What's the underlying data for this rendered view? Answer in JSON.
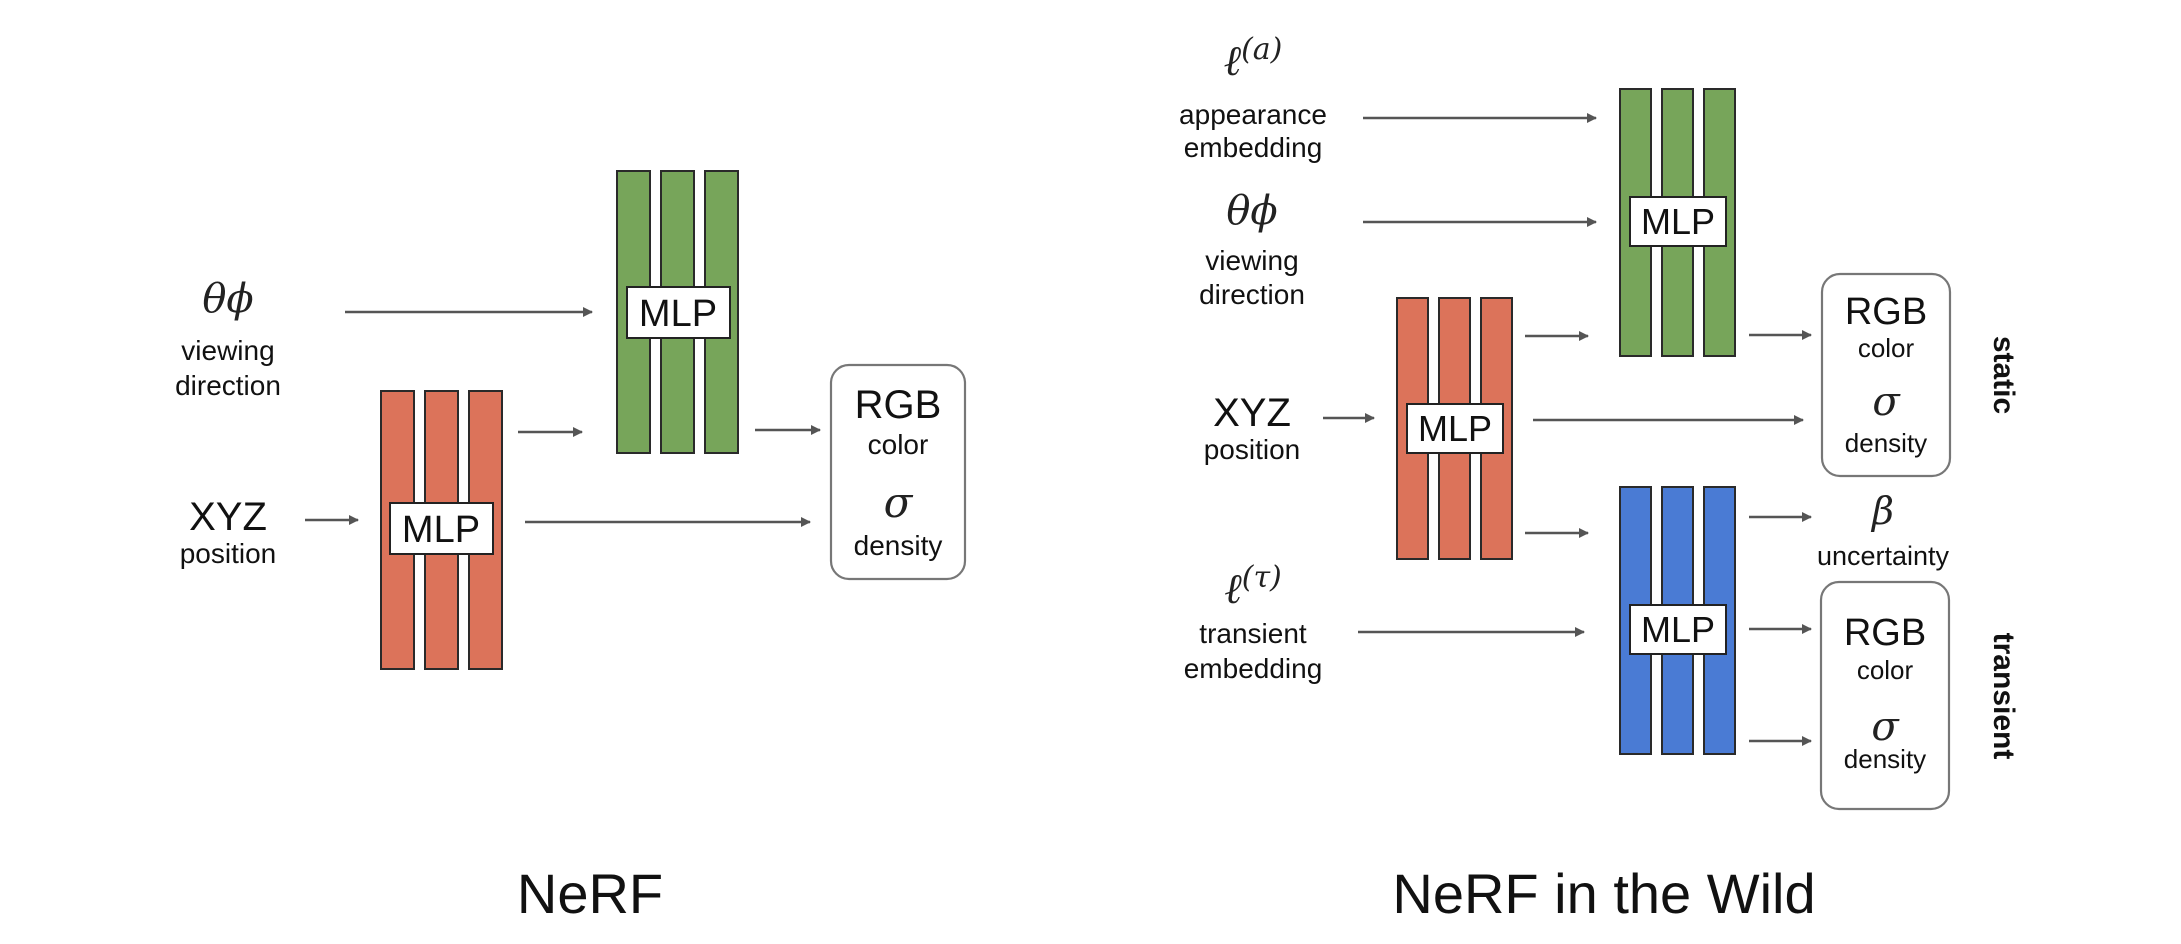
{
  "nerf": {
    "title": "NeRF",
    "viewing": {
      "symbol": "θϕ",
      "line1": "viewing",
      "line2": "direction"
    },
    "position": {
      "symbol": "XYZ",
      "label": "position"
    },
    "mlp_label": "MLP",
    "output": {
      "rgb": "RGB",
      "color": "color",
      "sigma": "σ",
      "density": "density"
    }
  },
  "nerfw": {
    "title": "NeRF in the Wild",
    "appearance": {
      "symbol_base": "ℓ",
      "symbol_sup": "(a)",
      "line1": "appearance",
      "line2": "embedding"
    },
    "viewing": {
      "symbol": "θϕ",
      "line1": "viewing",
      "line2": "direction"
    },
    "position": {
      "symbol": "XYZ",
      "label": "position"
    },
    "transient_emb": {
      "symbol_base": "ℓ",
      "symbol_sup": "(τ)",
      "line1": "transient",
      "line2": "embedding"
    },
    "mlp_label": "MLP",
    "static_output": {
      "rgb": "RGB",
      "color": "color",
      "sigma": "σ",
      "density": "density"
    },
    "uncertainty": {
      "symbol": "β",
      "label": "uncertainty"
    },
    "transient_output": {
      "rgb": "RGB",
      "color": "color",
      "sigma": "σ",
      "density": "density"
    },
    "static_label": "static",
    "transient_label": "transient"
  },
  "colors": {
    "red_mlp": "#dc735a",
    "green_mlp": "#77a55a",
    "blue_mlp": "#4a7bd4"
  }
}
